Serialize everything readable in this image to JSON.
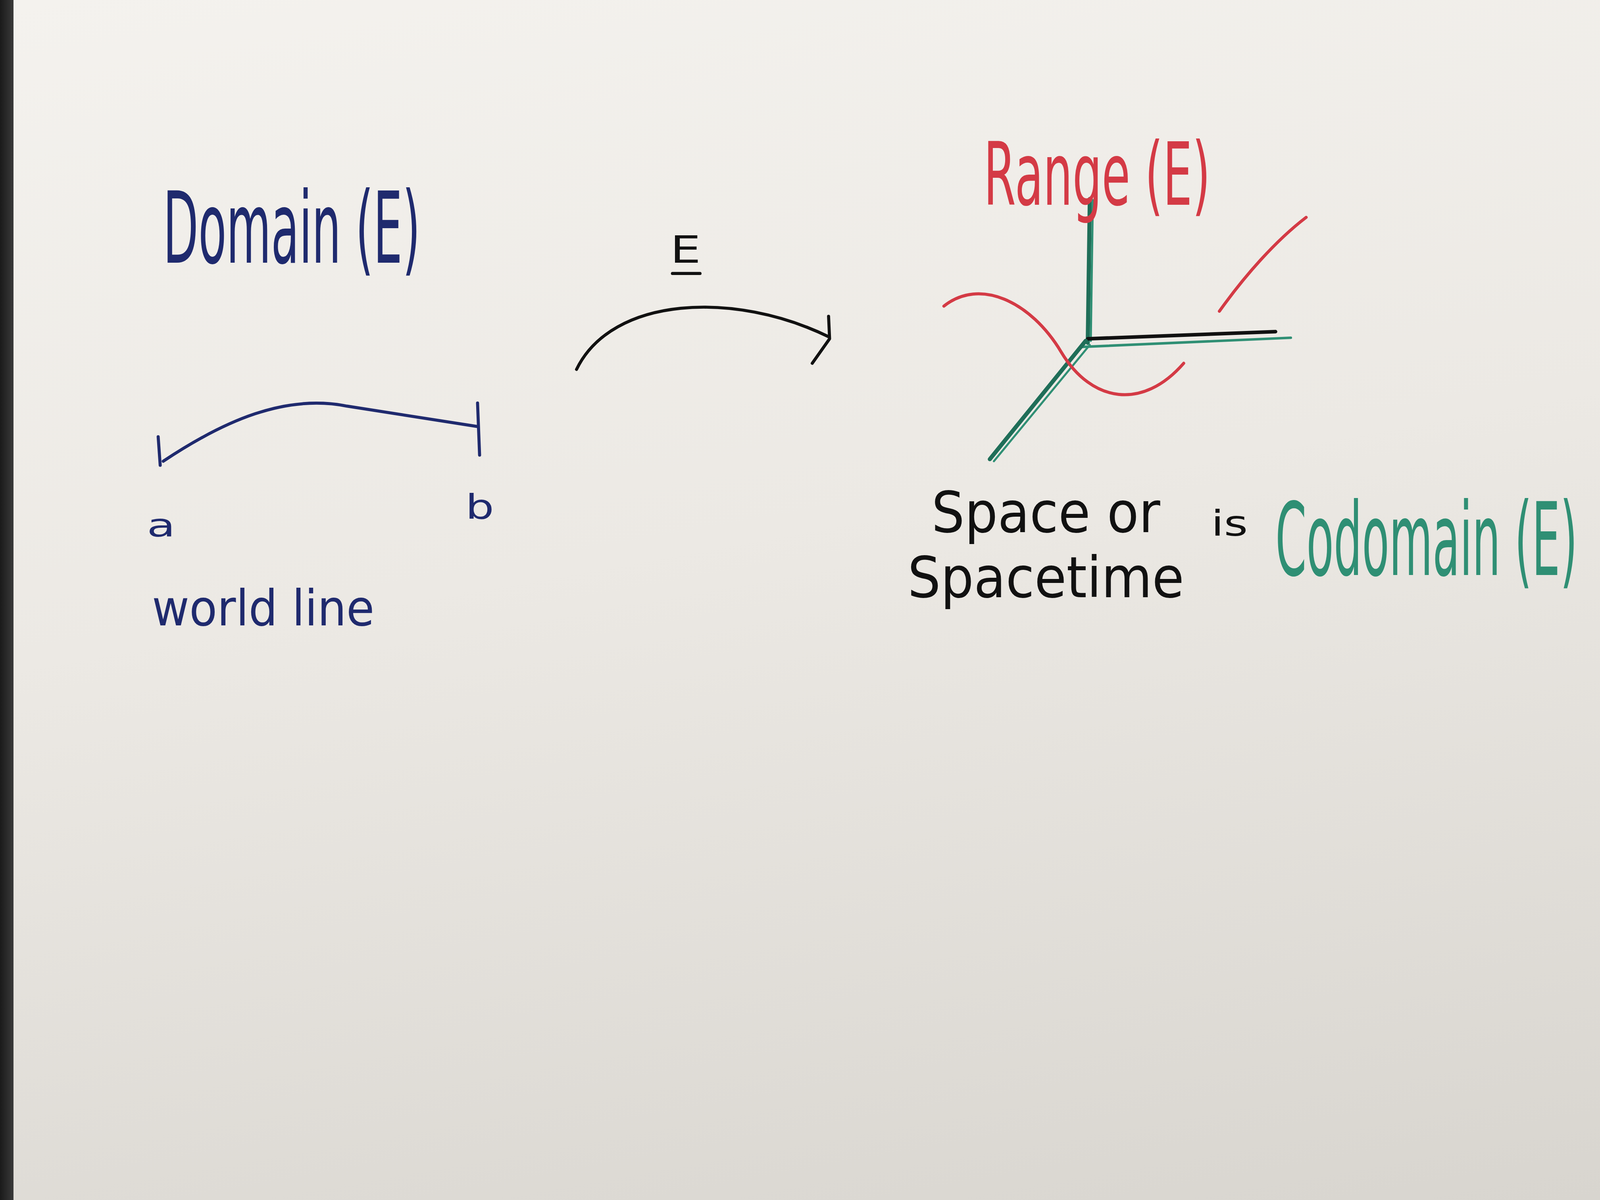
{
  "diagram": {
    "labels": [
      "Domain (E)",
      "E",
      "Range (E)",
      "a",
      "b",
      "world line",
      "Space or Spacetime",
      "is",
      "Codomain (E)"
    ]
  }
}
